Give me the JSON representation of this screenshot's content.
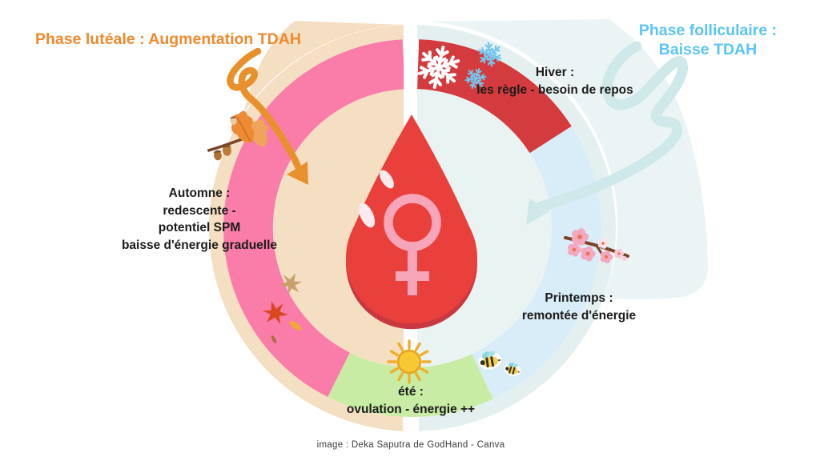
{
  "titles": {
    "luteal": "Phase lutéale : Augmentation TDAH",
    "follicular": [
      "Phase folliculaire :",
      "Baisse TDAH"
    ]
  },
  "wheel": {
    "seasons": [
      {
        "id": "winter",
        "phase": "menstruation",
        "lines": [
          "Hiver :",
          "les règle - besoin de repos"
        ]
      },
      {
        "id": "spring",
        "phase": "follicular",
        "lines": [
          "Printemps :",
          "remontée d'énergie"
        ]
      },
      {
        "id": "summer",
        "phase": "ovulation",
        "lines": [
          "été :",
          "ovulation - énergie ++"
        ]
      },
      {
        "id": "autumn",
        "phase": "luteal",
        "lines": [
          "Automne :",
          "redescente -",
          "potentiel SPM",
          "baisse d'énergie graduelle"
        ]
      }
    ],
    "center_icon": "blood-drop-with-female-sign"
  },
  "caption": "image : Deka Saputra de GodHand - Canva",
  "icons": [
    "snowflake-icon",
    "oak-leaf-acorns-icon",
    "maple-leaf-icon",
    "cherry-blossom-icon",
    "sun-icon",
    "bee-icon",
    "female-sign-icon",
    "squiggly-arrow-icon"
  ],
  "colors": {
    "luteal_title": "#ED8A2F",
    "follicular_title": "#5BC5F2",
    "autumn_segment": "#FA7CA8",
    "winter_segment": "#D43B3E",
    "spring_segment": "#D8EDF8",
    "summer_segment": "#C9ECA5",
    "cream_half": "#F5DFC2",
    "ice_half": "#E9F3F1",
    "ice_ring": "#E4F0EF",
    "ice_background": "#EAF4F5",
    "drop_red": "#E9403C",
    "drop_shadow": "#C93841",
    "female_symbol_pink": "#F7A6BA",
    "arrow_orange": "#E8912C",
    "arrow_blue": "#CFE8E9",
    "snowflake_white": "#FFFFFF",
    "snowflake_blue": "#74C7EC",
    "label_text": "#1B1B1B",
    "caption_text": "#3C3C3C"
  }
}
